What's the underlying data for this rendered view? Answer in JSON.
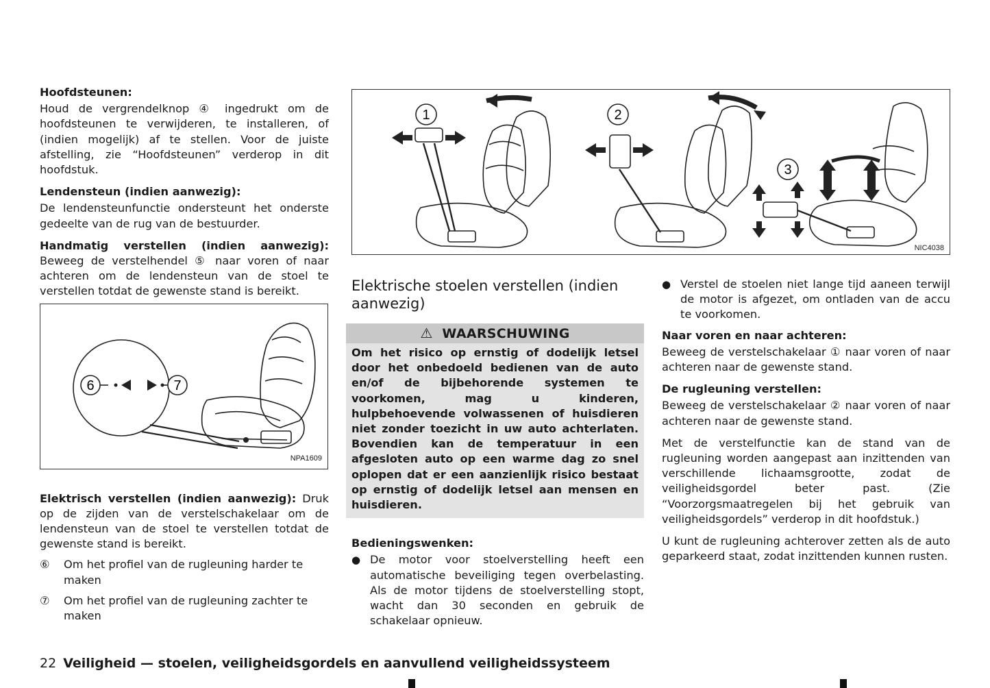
{
  "col1": {
    "h_headrest": "Hoofdsteunen:",
    "p_headrest": "Houd de vergrendelknop ④ ingedrukt om de hoofdsteunen te verwijderen, te installeren, of (indien mogelijk) af te stellen. Voor de juiste afstelling, zie “Hoofdsteunen” verderop in dit hoofdstuk.",
    "h_lumbar": "Lendensteun (indien aanwezig):",
    "p_lumbar": "De lendensteunfunctie ondersteunt het onderste gedeelte van de rug van de bestuurder.",
    "p_manual_label": "Handmatig verstellen (indien aanwezig):",
    "p_manual_text": " Beweeg de verstelhendel ⑤ naar voren of naar achteren om de lendensteun van de stoel te verstellen totdat de gewenste stand is bereikt.",
    "fig_code": "NPA1609",
    "fig_labels": [
      "6",
      "7"
    ],
    "p_electric_label": "Elektrisch verstellen (indien aanwezig):",
    "p_electric_text": " Druk op de zijden van de verstelschakelaar om de lendensteun van de stoel te verstellen totdat de gewenste stand is bereikt.",
    "items": [
      {
        "num": "⑥",
        "text": "Om het profiel van de rugleuning harder te maken"
      },
      {
        "num": "⑦",
        "text": "Om het profiel van de rugleuning zachter te maken"
      }
    ]
  },
  "col2": {
    "fig_code": "NIC4038",
    "fig_labels": [
      "1",
      "2",
      "3"
    ],
    "title": "Elektrische stoelen verstellen (indien aanwezig)",
    "warning_title": "WAARSCHUWING",
    "warning_text": "Om het risico op ernstig of dodelijk letsel door het onbedoeld bedienen van de auto en/of de bijbehorende systemen te voorkomen, mag u kinderen, hulpbehoevende volwassenen of huisdieren niet zonder toezicht in uw auto achterlaten. Bovendien kan de temperatuur in een afgesloten auto op een warme dag zo snel oplopen dat er een aanzienlijk risico bestaat op ernstig of dodelijk letsel aan mensen en huisdieren.",
    "h_tips": "Bedieningswenken:",
    "bullet1": "De motor voor stoelverstelling heeft een automatische beveiliging tegen overbelasting. Als de motor tijdens de stoelverstelling stopt, wacht dan 30 seconden en gebruik de schakelaar opnieuw."
  },
  "col3": {
    "bullet2": "Verstel de stoelen niet lange tijd aaneen terwijl de motor is afgezet, om ontladen van de accu te voorkomen.",
    "h_forward": "Naar voren en naar achteren:",
    "p_forward": "Beweeg de verstelschakelaar ① naar voren of naar achteren naar de gewenste stand.",
    "h_backrest": "De rugleuning verstellen:",
    "p_backrest": "Beweeg de verstelschakelaar ② naar voren of naar achteren naar de gewenste stand.",
    "p_function": "Met de verstelfunctie kan de stand van de rugleuning worden aangepast aan inzittenden van verschillende lichaamsgrootte, zodat de veiligheidsgordel beter past. (Zie “Voorzorgsmaatregelen bij het gebruik van veiligheidsgordels” verderop in dit hoofdstuk.)",
    "p_recline": "U kunt de rugleuning achterover zetten als de auto geparkeerd staat, zodat inzittenden kunnen rusten."
  },
  "footer": {
    "page_number": "22",
    "title": "Veiligheid — stoelen, veiligheidsgordels en aanvullend veiligheidssysteem"
  }
}
